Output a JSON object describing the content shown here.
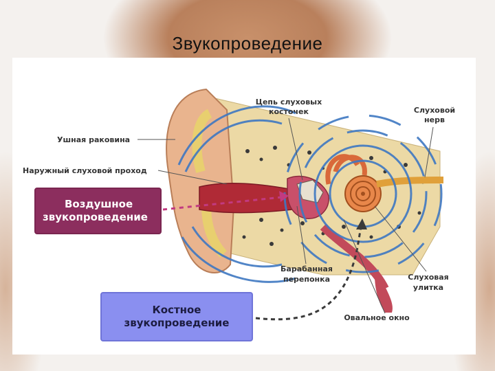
{
  "slide": {
    "title": "Звукопроведение"
  },
  "labels": {
    "pinna": "Ушная раковина",
    "ear_canal": "Наружный слуховой проход",
    "ossicles": [
      "Цепь слуховых",
      "косточек"
    ],
    "auditory_nerve": [
      "Слуховой",
      "нерв"
    ],
    "eardrum": [
      "Барабанная",
      "перепонка"
    ],
    "cochlea": [
      "Слуховая",
      "улитка"
    ],
    "oval_window": "Овальное окно"
  },
  "boxes": {
    "air_conduction": [
      "Воздушное",
      "звукопроведение"
    ],
    "bone_conduction": [
      "Костное",
      "звукопроведение"
    ]
  },
  "colors": {
    "air_box": "#8c2e5e",
    "bone_box": "#8a8ff0",
    "wave": "#3f78c2",
    "ear_canal": "#b02a36",
    "skin": "#e9b48e",
    "bone": "#ecd9a5"
  }
}
